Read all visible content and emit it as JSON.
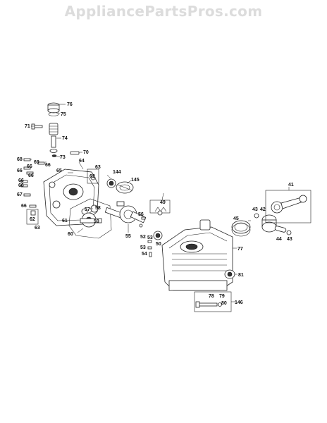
{
  "watermark": "AppliancePartsPros.com",
  "labels": {
    "l76": "76",
    "l75": "75",
    "l71": "71",
    "l74": "74",
    "l73": "73",
    "l70": "70",
    "l68": "68",
    "l69": "69",
    "l66a": "66",
    "l66b": "66",
    "l66c": "66",
    "l66d": "66",
    "l66e": "66",
    "l66f": "66",
    "l66g": "66",
    "l65": "65",
    "l64": "64",
    "l67": "67",
    "l62a": "62",
    "l63a": "63",
    "l62b": "62",
    "l63b": "63",
    "l144": "144",
    "l145": "145",
    "l57": "57",
    "l58": "58",
    "l61": "61",
    "l59": "59",
    "l60": "60",
    "l55": "55",
    "l56": "56",
    "l49": "49",
    "l52": "52",
    "l53a": "53",
    "l53b": "53",
    "l54": "54",
    "l50": "50",
    "l41": "41",
    "l45": "45",
    "l42": "42",
    "l43a": "43",
    "l43b": "43",
    "l44": "44",
    "l77": "77",
    "l81": "81",
    "l78": "78",
    "l79": "79",
    "l80": "80",
    "l146": "146"
  }
}
